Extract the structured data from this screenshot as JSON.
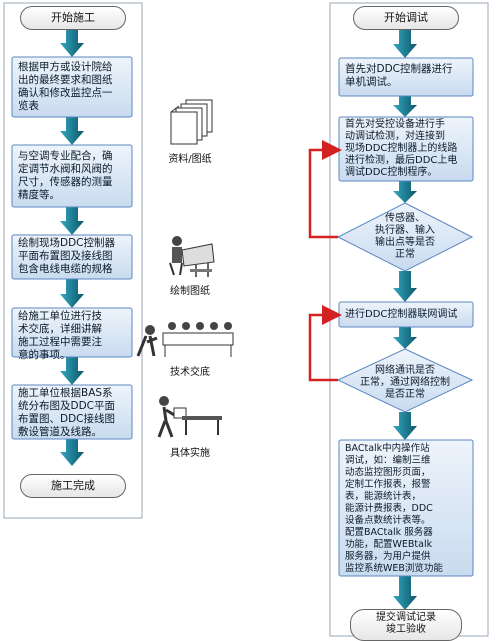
{
  "left": {
    "start": "开始施工",
    "steps": [
      "根据甲方或设计院给\n出的最终要求和图纸\n确认和修改监控点一\n览表",
      "与空调专业配合，确\n定调节水阀和风阀的\n尺寸，传感器的测量\n精度等。",
      "绘制现场DDC控制器\n平面布置图及接线图\n包含电线电缆的规格",
      "给施工单位进行技\n术交底，详细讲解\n施工过程中需要注\n意的事项。",
      "施工单位根据BAS系\n统分布图及DDC平面\n布置图、DDC接线图\n敷设管道及线路。"
    ],
    "end": "施工完成"
  },
  "icons": [
    {
      "icon": "documents-icon",
      "label": "资料/图纸"
    },
    {
      "icon": "drafting-icon",
      "label": "绘制图纸"
    },
    {
      "icon": "meeting-icon",
      "label": "技术交底"
    },
    {
      "icon": "worker-icon",
      "label": "具体实施"
    }
  ],
  "right": {
    "start": "开始调试",
    "step1": "首先对DDC控制器进行\n单机调试。",
    "step2": "首先对受控设备进行手\n动调试检测，对连接到\n现场DDC控制器上的线路\n进行检测，最后DDC上电\n调试DDC控制程序。",
    "decision1": "传感器、\n执行器、输入\n输出点等是否\n正常",
    "step3": "进行DDC控制器联网调试",
    "decision2": "网络通讯是否\n正常，通过网络控制\n是否正常",
    "step4": "BACtalk中内操作站\n调试，如：编制三维\n动态监控图形页面，\n定制工作报表，报警\n表，能源统计表，\n能源计费报表，DDC\n设备点数统计表等。\n配置BACtalk 服务器\n功能，配置WEBtalk\n服务器，为用户提供\n监控系统WEB浏览功能",
    "end": "提交调试记录\n竣工验收"
  },
  "colors": {
    "box_border": "#5b87bf",
    "box_fill_top": "#eef4fb",
    "box_fill_bottom": "#c9dbef",
    "arrow": "#1f7f95",
    "loop": "#d32020"
  }
}
